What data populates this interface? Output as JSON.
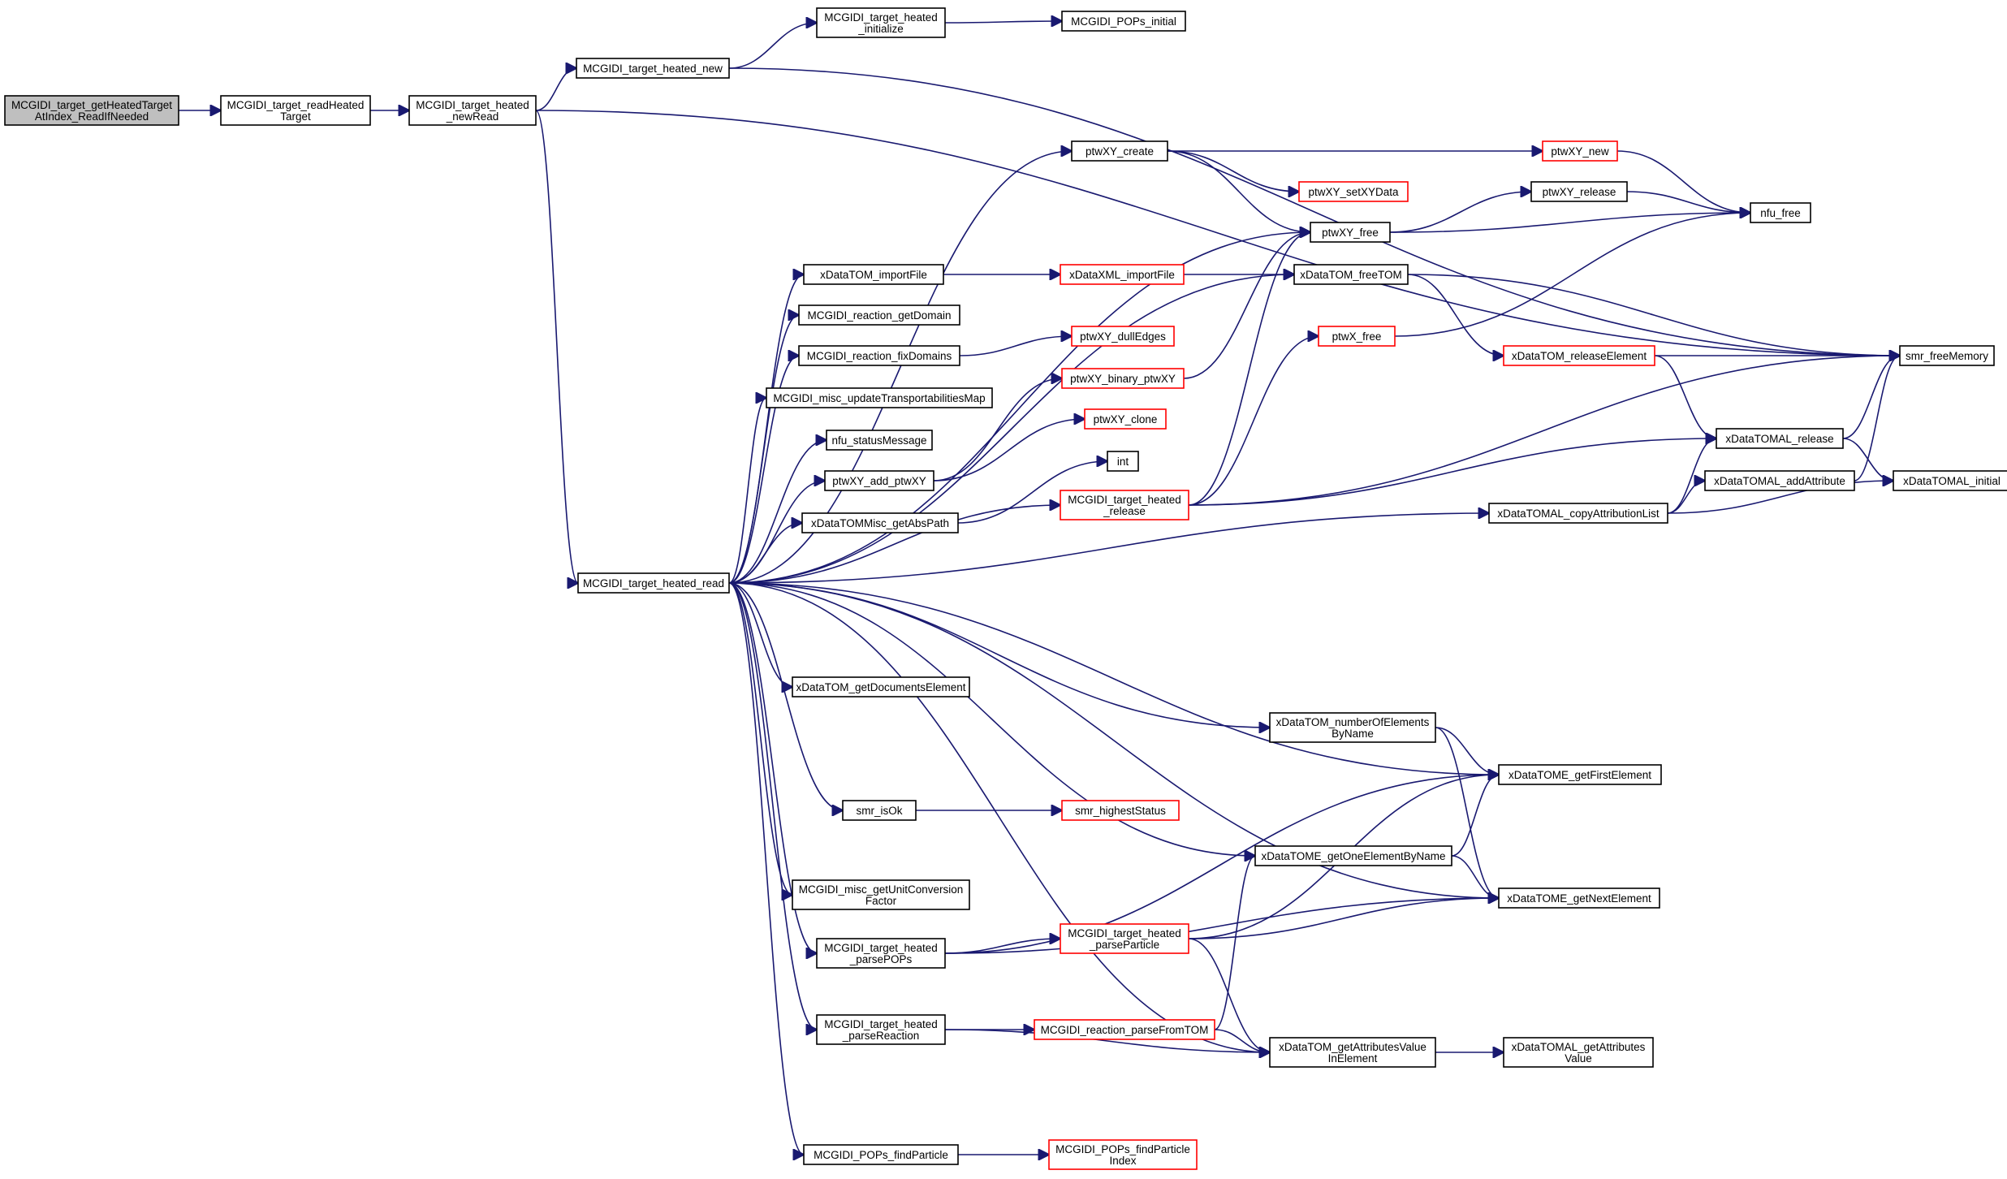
{
  "diagram": {
    "nodes": [
      {
        "id": "root",
        "lines": [
          "MCGIDI_target_getHeatedTarget",
          "AtIndex_ReadIfNeeded"
        ],
        "style": "gray"
      },
      {
        "id": "readHeated",
        "lines": [
          "MCGIDI_target_readHeated",
          "Target"
        ],
        "style": "black"
      },
      {
        "id": "heatedNewRead",
        "lines": [
          "MCGIDI_target_heated",
          "_newRead"
        ],
        "style": "black"
      },
      {
        "id": "heatedNew",
        "lines": [
          "MCGIDI_target_heated_new"
        ],
        "style": "black"
      },
      {
        "id": "heatedInit",
        "lines": [
          "MCGIDI_target_heated",
          "_initialize"
        ],
        "style": "black"
      },
      {
        "id": "popsInitial",
        "lines": [
          "MCGIDI_POPs_initial"
        ],
        "style": "black"
      },
      {
        "id": "smrFreeMemory",
        "lines": [
          "smr_freeMemory"
        ],
        "style": "black"
      },
      {
        "id": "heatedRead",
        "lines": [
          "MCGIDI_target_heated_read"
        ],
        "style": "black"
      },
      {
        "id": "ptwXYcreate",
        "lines": [
          "ptwXY_create"
        ],
        "style": "black"
      },
      {
        "id": "ptwXYnew",
        "lines": [
          "ptwXY_new"
        ],
        "style": "red"
      },
      {
        "id": "ptwXYsetXYData",
        "lines": [
          "ptwXY_setXYData"
        ],
        "style": "red"
      },
      {
        "id": "ptwXYfree",
        "lines": [
          "ptwXY_free"
        ],
        "style": "black"
      },
      {
        "id": "ptwXYrelease",
        "lines": [
          "ptwXY_release"
        ],
        "style": "black"
      },
      {
        "id": "nfuFree",
        "lines": [
          "nfu_free"
        ],
        "style": "black"
      },
      {
        "id": "xDataTOMimportFile",
        "lines": [
          "xDataTOM_importFile"
        ],
        "style": "black"
      },
      {
        "id": "xDataXMLimportFile",
        "lines": [
          "xDataXML_importFile"
        ],
        "style": "red"
      },
      {
        "id": "xDataTOMfreeTOM",
        "lines": [
          "xDataTOM_freeTOM"
        ],
        "style": "black"
      },
      {
        "id": "reactionGetDomain",
        "lines": [
          "MCGIDI_reaction_getDomain"
        ],
        "style": "black"
      },
      {
        "id": "reactionFixDomains",
        "lines": [
          "MCGIDI_reaction_fixDomains"
        ],
        "style": "black"
      },
      {
        "id": "ptwXYdullEdges",
        "lines": [
          "ptwXY_dullEdges"
        ],
        "style": "red"
      },
      {
        "id": "ptwXfree",
        "lines": [
          "ptwX_free"
        ],
        "style": "red"
      },
      {
        "id": "xDataTOMreleaseElement",
        "lines": [
          "xDataTOM_releaseElement"
        ],
        "style": "red"
      },
      {
        "id": "miscUpdateTransp",
        "lines": [
          "MCGIDI_misc_updateTransportabilitiesMap"
        ],
        "style": "black"
      },
      {
        "id": "ptwXYbinary",
        "lines": [
          "ptwXY_binary_ptwXY"
        ],
        "style": "red"
      },
      {
        "id": "ptwXYclone",
        "lines": [
          "ptwXY_clone"
        ],
        "style": "red"
      },
      {
        "id": "nfuStatusMessage",
        "lines": [
          "nfu_statusMessage"
        ],
        "style": "black"
      },
      {
        "id": "xDataTOMALrelease",
        "lines": [
          "xDataTOMAL_release"
        ],
        "style": "black"
      },
      {
        "id": "int",
        "lines": [
          "int"
        ],
        "style": "black"
      },
      {
        "id": "ptwXYadd",
        "lines": [
          "ptwXY_add_ptwXY"
        ],
        "style": "black"
      },
      {
        "id": "heatedRelease",
        "lines": [
          "MCGIDI_target_heated",
          "_release"
        ],
        "style": "red"
      },
      {
        "id": "xDataTOMALaddAttribute",
        "lines": [
          "xDataTOMAL_addAttribute"
        ],
        "style": "black"
      },
      {
        "id": "xDataTOMALinitial",
        "lines": [
          "xDataTOMAL_initial"
        ],
        "style": "black"
      },
      {
        "id": "xDataTOMMiscGetAbsPath",
        "lines": [
          "xDataTOMMisc_getAbsPath"
        ],
        "style": "black"
      },
      {
        "id": "xDataTOMALcopy",
        "lines": [
          "xDataTOMAL_copyAttributionList"
        ],
        "style": "black"
      },
      {
        "id": "xDataTOMgetDocElement",
        "lines": [
          "xDataTOM_getDocumentsElement"
        ],
        "style": "black"
      },
      {
        "id": "xDataTOMnumberOfElements",
        "lines": [
          "xDataTOM_numberOfElements",
          "ByName"
        ],
        "style": "black"
      },
      {
        "id": "xDataTOMEgetFirst",
        "lines": [
          "xDataTOME_getFirstElement"
        ],
        "style": "black"
      },
      {
        "id": "smrIsOk",
        "lines": [
          "smr_isOk"
        ],
        "style": "black"
      },
      {
        "id": "smrHighestStatus",
        "lines": [
          "smr_highestStatus"
        ],
        "style": "red"
      },
      {
        "id": "xDataTOMEgetOneByName",
        "lines": [
          "xDataTOME_getOneElementByName"
        ],
        "style": "black"
      },
      {
        "id": "xDataTOMEgetNext",
        "lines": [
          "xDataTOME_getNextElement"
        ],
        "style": "black"
      },
      {
        "id": "miscGetUnitConv",
        "lines": [
          "MCGIDI_misc_getUnitConversion",
          "Factor"
        ],
        "style": "black"
      },
      {
        "id": "heatedParsePOPs",
        "lines": [
          "MCGIDI_target_heated",
          "_parsePOPs"
        ],
        "style": "black"
      },
      {
        "id": "heatedParseParticle",
        "lines": [
          "MCGIDI_target_heated",
          "_parseParticle"
        ],
        "style": "red"
      },
      {
        "id": "heatedParseReaction",
        "lines": [
          "MCGIDI_target_heated",
          "_parseReaction"
        ],
        "style": "black"
      },
      {
        "id": "reactionParseFromTOM",
        "lines": [
          "MCGIDI_reaction_parseFromTOM"
        ],
        "style": "red"
      },
      {
        "id": "xDataTOMgetAttrValue",
        "lines": [
          "xDataTOM_getAttributesValue",
          "InElement"
        ],
        "style": "black"
      },
      {
        "id": "xDataTOMALgetAttrValue",
        "lines": [
          "xDataTOMAL_getAttributes",
          "Value"
        ],
        "style": "black"
      },
      {
        "id": "popsFindParticle",
        "lines": [
          "MCGIDI_POPs_findParticle"
        ],
        "style": "black"
      },
      {
        "id": "popsFindParticleIndex",
        "lines": [
          "MCGIDI_POPs_findParticle",
          "Index"
        ],
        "style": "red"
      }
    ],
    "edges": [
      [
        "root",
        "readHeated"
      ],
      [
        "readHeated",
        "heatedNewRead"
      ],
      [
        "heatedNewRead",
        "heatedNew"
      ],
      [
        "heatedNewRead",
        "smrFreeMemory"
      ],
      [
        "heatedNewRead",
        "heatedRead"
      ],
      [
        "heatedNew",
        "heatedInit"
      ],
      [
        "heatedNew",
        "smrFreeMemory"
      ],
      [
        "heatedInit",
        "popsInitial"
      ],
      [
        "heatedRead",
        "ptwXYcreate"
      ],
      [
        "heatedRead",
        "ptwXYfree"
      ],
      [
        "heatedRead",
        "xDataTOMfreeTOM"
      ],
      [
        "heatedRead",
        "xDataTOMimportFile"
      ],
      [
        "heatedRead",
        "reactionGetDomain"
      ],
      [
        "heatedRead",
        "reactionFixDomains"
      ],
      [
        "heatedRead",
        "miscUpdateTransp"
      ],
      [
        "heatedRead",
        "nfuStatusMessage"
      ],
      [
        "heatedRead",
        "ptwXYadd"
      ],
      [
        "heatedRead",
        "xDataTOMMiscGetAbsPath"
      ],
      [
        "heatedRead",
        "heatedRelease"
      ],
      [
        "heatedRead",
        "xDataTOMALcopy"
      ],
      [
        "heatedRead",
        "xDataTOMEgetFirst"
      ],
      [
        "heatedRead",
        "xDataTOMgetDocElement"
      ],
      [
        "heatedRead",
        "xDataTOMnumberOfElements"
      ],
      [
        "heatedRead",
        "xDataTOMEgetOneByName"
      ],
      [
        "heatedRead",
        "smrIsOk"
      ],
      [
        "heatedRead",
        "xDataTOMEgetNext"
      ],
      [
        "heatedRead",
        "miscGetUnitConv"
      ],
      [
        "heatedRead",
        "heatedParsePOPs"
      ],
      [
        "heatedRead",
        "heatedParseReaction"
      ],
      [
        "heatedRead",
        "xDataTOMgetAttrValue"
      ],
      [
        "heatedRead",
        "popsFindParticle"
      ],
      [
        "ptwXYcreate",
        "ptwXYnew"
      ],
      [
        "ptwXYcreate",
        "ptwXYsetXYData"
      ],
      [
        "ptwXYcreate",
        "ptwXYfree"
      ],
      [
        "ptwXYnew",
        "nfuFree"
      ],
      [
        "ptwXYfree",
        "ptwXYrelease"
      ],
      [
        "ptwXYfree",
        "nfuFree"
      ],
      [
        "ptwXYrelease",
        "nfuFree"
      ],
      [
        "xDataTOMimportFile",
        "xDataXMLimportFile"
      ],
      [
        "xDataXMLimportFile",
        "xDataTOMfreeTOM"
      ],
      [
        "xDataTOMfreeTOM",
        "xDataTOMreleaseElement"
      ],
      [
        "xDataTOMfreeTOM",
        "smrFreeMemory"
      ],
      [
        "xDataTOMreleaseElement",
        "smrFreeMemory"
      ],
      [
        "xDataTOMreleaseElement",
        "xDataTOMALrelease"
      ],
      [
        "reactionFixDomains",
        "ptwXYdullEdges"
      ],
      [
        "ptwXfree",
        "nfuFree"
      ],
      [
        "ptwXYadd",
        "ptwXYbinary"
      ],
      [
        "ptwXYadd",
        "ptwXYclone"
      ],
      [
        "ptwXYbinary",
        "ptwXYfree"
      ],
      [
        "xDataTOMMiscGetAbsPath",
        "int"
      ],
      [
        "heatedRelease",
        "ptwXYfree"
      ],
      [
        "heatedRelease",
        "ptwXfree"
      ],
      [
        "heatedRelease",
        "smrFreeMemory"
      ],
      [
        "heatedRelease",
        "xDataTOMALrelease"
      ],
      [
        "xDataTOMALrelease",
        "smrFreeMemory"
      ],
      [
        "xDataTOMALrelease",
        "xDataTOMALinitial"
      ],
      [
        "xDataTOMALaddAttribute",
        "smrFreeMemory"
      ],
      [
        "xDataTOMALcopy",
        "xDataTOMALrelease"
      ],
      [
        "xDataTOMALcopy",
        "xDataTOMALaddAttribute"
      ],
      [
        "xDataTOMALcopy",
        "xDataTOMALinitial"
      ],
      [
        "xDataTOMnumberOfElements",
        "xDataTOMEgetFirst"
      ],
      [
        "xDataTOMnumberOfElements",
        "xDataTOMEgetNext"
      ],
      [
        "smrIsOk",
        "smrHighestStatus"
      ],
      [
        "xDataTOMEgetOneByName",
        "xDataTOMEgetFirst"
      ],
      [
        "xDataTOMEgetOneByName",
        "xDataTOMEgetNext"
      ],
      [
        "heatedParsePOPs",
        "xDataTOMEgetFirst"
      ],
      [
        "heatedParsePOPs",
        "heatedParseParticle"
      ],
      [
        "heatedParsePOPs",
        "xDataTOMEgetNext"
      ],
      [
        "heatedParseParticle",
        "xDataTOMEgetFirst"
      ],
      [
        "heatedParseParticle",
        "xDataTOMEgetNext"
      ],
      [
        "heatedParseParticle",
        "xDataTOMgetAttrValue"
      ],
      [
        "heatedParseReaction",
        "reactionParseFromTOM"
      ],
      [
        "heatedParseReaction",
        "xDataTOMgetAttrValue"
      ],
      [
        "reactionParseFromTOM",
        "xDataTOMEgetOneByName"
      ],
      [
        "reactionParseFromTOM",
        "xDataTOMgetAttrValue"
      ],
      [
        "xDataTOMgetAttrValue",
        "xDataTOMALgetAttrValue"
      ],
      [
        "popsFindParticle",
        "popsFindParticleIndex"
      ]
    ]
  }
}
